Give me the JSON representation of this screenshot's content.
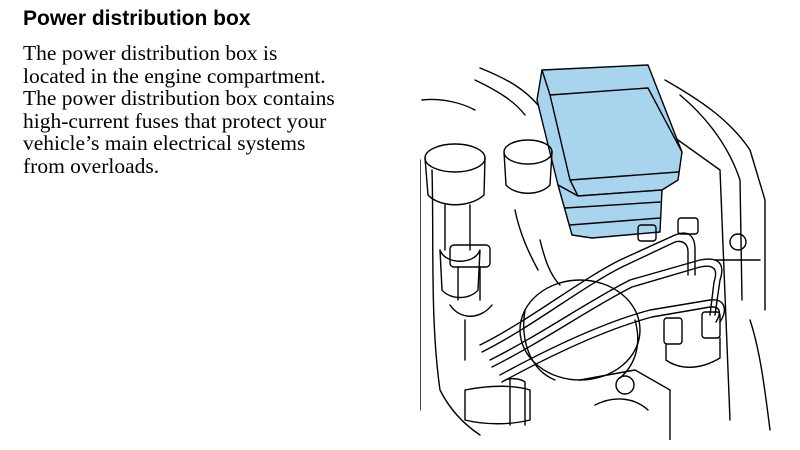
{
  "heading": "Power distribution box",
  "paragraph_lines": [
    "The power distribution box is",
    "located in the engine compartment.",
    "The power distribution box contains",
    "high-current fuses that protect your",
    "vehicle’s main electrical systems",
    "from overloads."
  ],
  "colors": {
    "text": "#000000",
    "background": "#ffffff",
    "highlight_box": "#a8d4ee",
    "line_art": "#000000"
  },
  "illustration": {
    "icon": "engine-compartment-line-drawing",
    "highlighted_part": "power-distribution-box"
  }
}
